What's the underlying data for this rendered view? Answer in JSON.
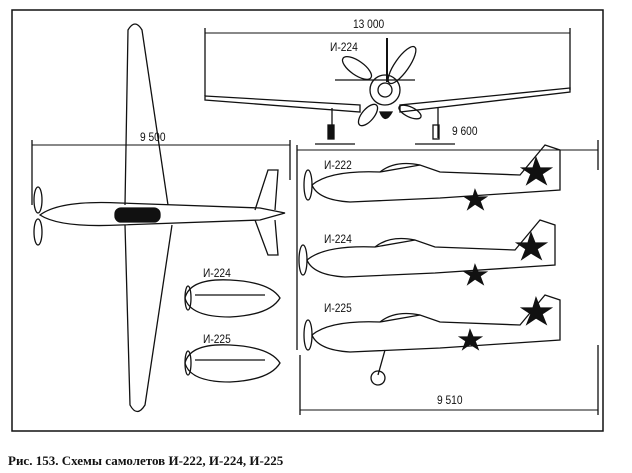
{
  "figure": {
    "caption": "Рис. 153. Схемы самолетов И-222, И-224, И-225",
    "front_view": {
      "label": "И-224",
      "span_dim": "13 000"
    },
    "top_view": {
      "length_dim": "9 500"
    },
    "side_views": [
      {
        "label": "И-222",
        "length_dim": "9 600"
      },
      {
        "label": "И-224"
      },
      {
        "label": "И-225",
        "length_dim": "9 510"
      }
    ],
    "nose_views": [
      {
        "label": "И-224"
      },
      {
        "label": "И-225"
      }
    ]
  }
}
